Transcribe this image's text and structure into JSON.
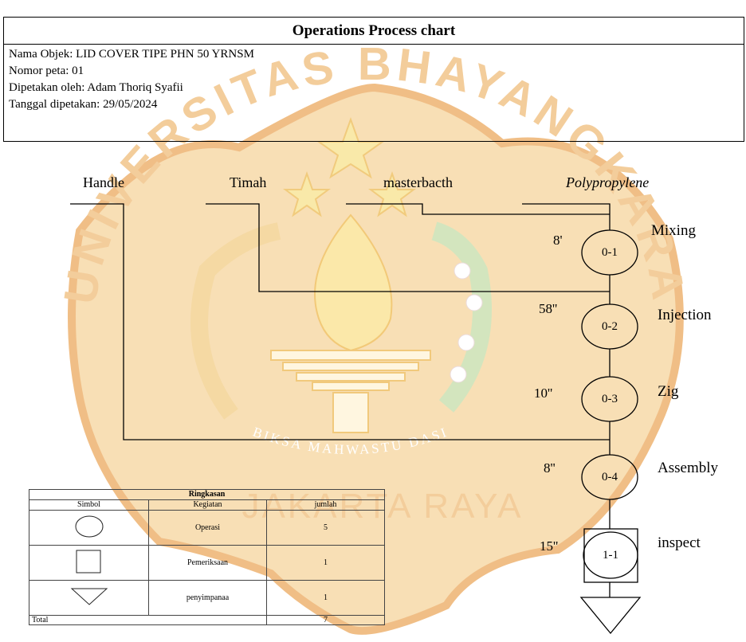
{
  "watermark": {
    "arc_text": "UNIVERSITAS BHAYANGKARA",
    "inner_text": "BIKSA MAHWASTU DASI",
    "bottom_text": "JAKARTA RAYA",
    "colors": {
      "shield": "#f4cc8e",
      "shield_edge": "#e9a25a",
      "inner": "#f6d8a8",
      "green": "#cfe3b8"
    }
  },
  "header": {
    "title": "Operations Process chart",
    "lines": [
      "Nama Objek: LID COVER TIPE PHN 50 YRNSM",
      "Nomor peta: 01",
      "Dipetakan oleh: Adam Thoriq Syafii",
      "Tanggal dipetakan: 29/05/2024"
    ]
  },
  "materials": [
    "Handle",
    "Timah",
    "masterbacth",
    "Polypropylene"
  ],
  "operations": [
    {
      "id": "0-1",
      "time": "8'",
      "name": "Mixing",
      "shape": "circle"
    },
    {
      "id": "0-2",
      "time": "58''",
      "name": "Injection",
      "shape": "circle"
    },
    {
      "id": "0-3",
      "time": "10''",
      "name": "Zig",
      "shape": "circle"
    },
    {
      "id": "0-4",
      "time": "8''",
      "name": "Assembly",
      "shape": "circle"
    },
    {
      "id": "1-1",
      "time": "15''",
      "name": "inspect",
      "shape": "square-circle"
    }
  ],
  "summary": {
    "caption": "Ringkasan",
    "headers": [
      "Simbol",
      "Kegiatan",
      "jumlah"
    ],
    "rows": [
      {
        "symbol": "circle-icon",
        "activity": "Operasi",
        "count": "5"
      },
      {
        "symbol": "square-icon",
        "activity": "Pemeriksaan",
        "count": "1"
      },
      {
        "symbol": "triangle-icon",
        "activity": "penyimpanaa",
        "count": "1"
      }
    ],
    "total_label": "Total",
    "total_value": "7"
  }
}
